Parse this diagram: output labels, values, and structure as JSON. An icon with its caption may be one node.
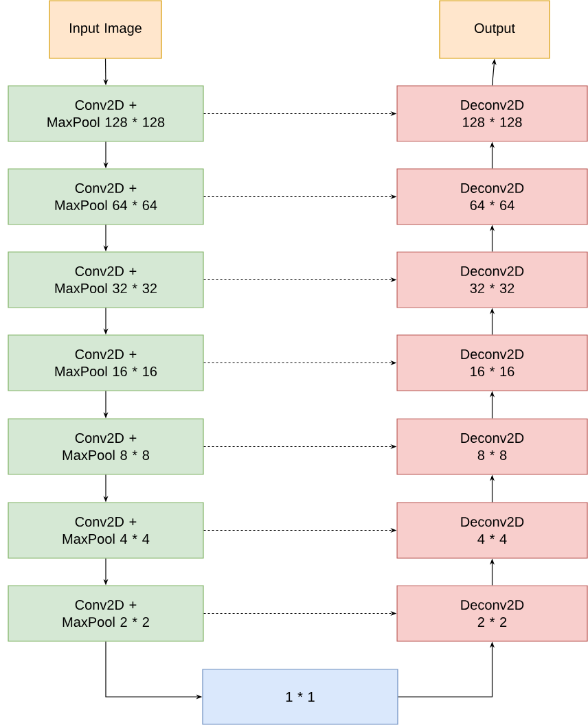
{
  "diagram": {
    "nodes": [
      {
        "text": [
          "Input Image"
        ]
      },
      {
        "text": [
          "Output"
        ]
      },
      {
        "text": [
          "Conv2D + MaxPool 128 * 128"
        ]
      },
      {
        "text": [
          "Conv2D + MaxPool 64 * 64"
        ]
      },
      {
        "text": [
          "Conv2D + MaxPool 32 * 32"
        ]
      },
      {
        "text": [
          "Conv2D + MaxPool 16 * 16"
        ]
      },
      {
        "text": [
          "Conv2D + MaxPool 8 * 8"
        ]
      },
      {
        "text": [
          "Conv2D + MaxPool 4 * 4"
        ]
      },
      {
        "text": [
          "Conv2D + MaxPool 2 * 2"
        ]
      },
      {
        "text": [
          "Deconv2D 128 * 128"
        ]
      },
      {
        "text": [
          "Deconv2D 64 * 64"
        ]
      },
      {
        "text": [
          "Deconv2D 32 * 32"
        ]
      },
      {
        "text": [
          "Deconv2D 16 * 16"
        ]
      },
      {
        "text": [
          "Deconv2D 8 * 8"
        ]
      },
      {
        "text": [
          "Deconv2D 4 * 4"
        ]
      },
      {
        "text": [
          "Deconv2D 2 * 2"
        ]
      },
      {
        "text": [
          "1 * 1"
        ]
      }
    ],
    "edges": [
      {
        "from": 0,
        "to": 2,
        "arrow": "to"
      },
      {
        "from": 2,
        "to": 3,
        "arrow": "to"
      },
      {
        "from": 3,
        "to": 4,
        "arrow": "to"
      },
      {
        "from": 4,
        "to": 5,
        "arrow": "to"
      },
      {
        "from": 5,
        "to": 6,
        "arrow": "to"
      },
      {
        "from": 6,
        "to": 7,
        "arrow": "to"
      },
      {
        "from": 7,
        "to": 8,
        "arrow": "to"
      },
      {
        "from": 2,
        "to": 9,
        "arrow": "to",
        "style": "dashed"
      },
      {
        "from": 3,
        "to": 10,
        "arrow": "to",
        "style": "dashed"
      },
      {
        "from": 4,
        "to": 11,
        "arrow": "to",
        "style": "dashed"
      },
      {
        "from": 5,
        "to": 12,
        "arrow": "to",
        "style": "dashed"
      },
      {
        "from": 6,
        "to": 13,
        "arrow": "to",
        "style": "dashed"
      },
      {
        "from": 7,
        "to": 14,
        "arrow": "to",
        "style": "dashed"
      },
      {
        "from": 8,
        "to": 15,
        "arrow": "to",
        "style": "dashed"
      },
      {
        "from": 8,
        "to": 16,
        "arrow": "to"
      },
      {
        "from": 16,
        "to": 15,
        "arrow": "to"
      },
      {
        "from": 15,
        "to": 14,
        "arrow": "to"
      },
      {
        "from": 14,
        "to": 13,
        "arrow": "to"
      },
      {
        "from": 13,
        "to": 12,
        "arrow": "to"
      },
      {
        "from": 12,
        "to": 11,
        "arrow": "to"
      },
      {
        "from": 11,
        "to": 10,
        "arrow": "to"
      },
      {
        "from": 10,
        "to": 9,
        "arrow": "to"
      },
      {
        "from": 9,
        "to": 1,
        "arrow": "to"
      }
    ]
  }
}
